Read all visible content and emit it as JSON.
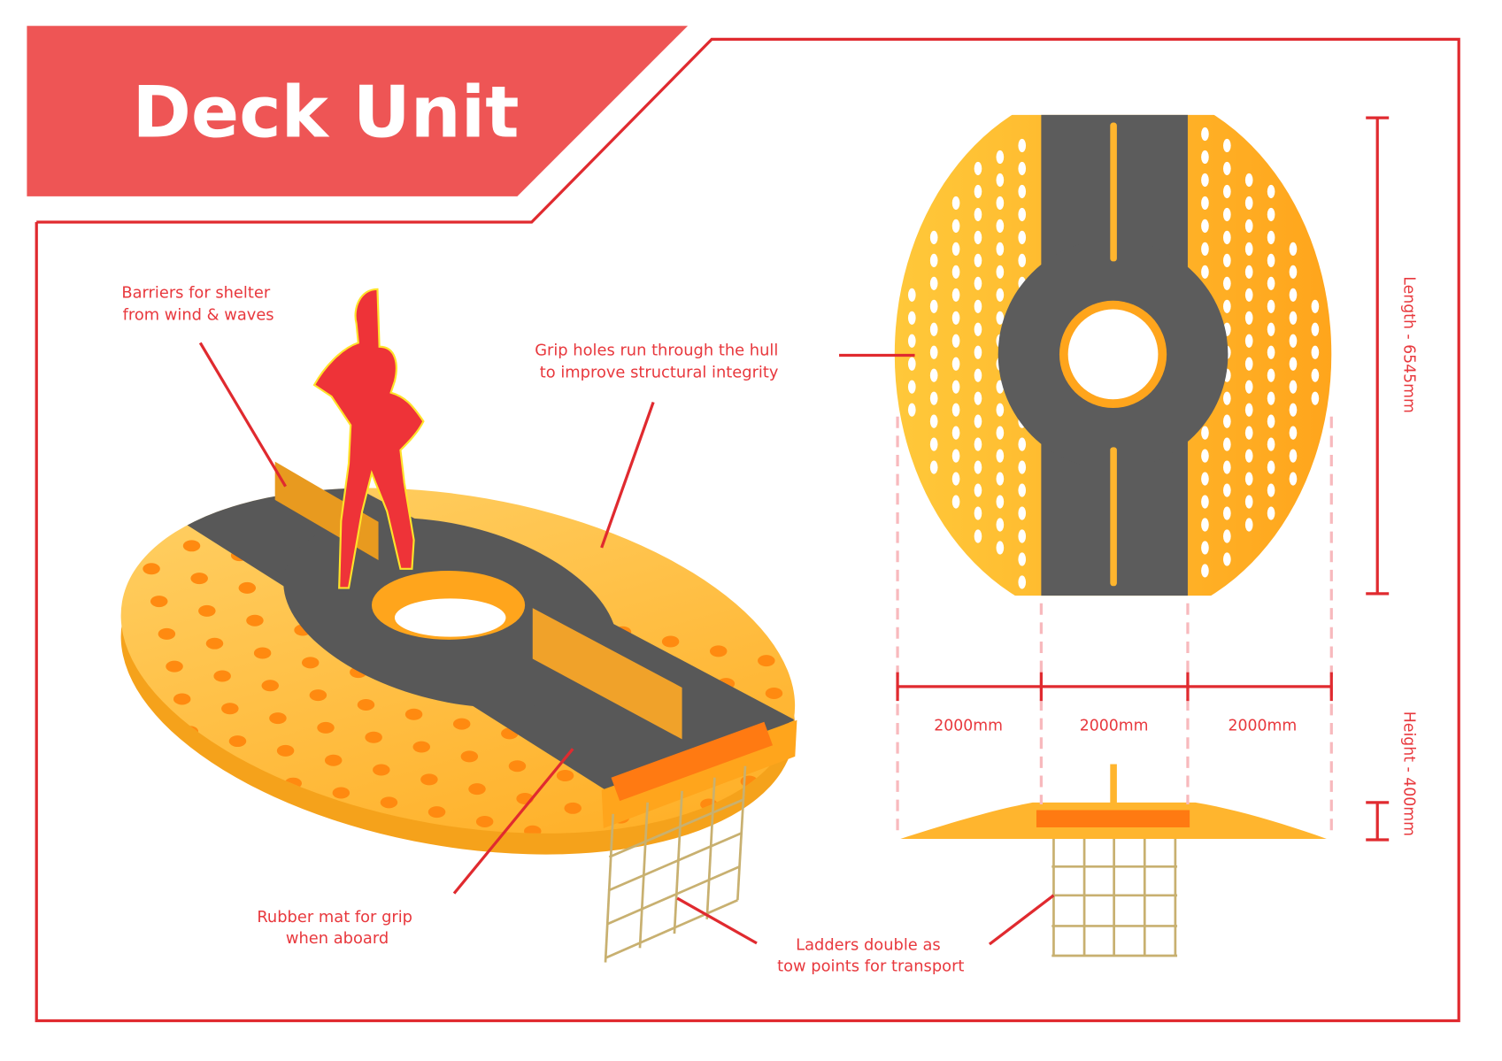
{
  "title": "Deck Unit",
  "callouts": {
    "barriers": [
      "Barriers for shelter",
      "from wind & waves"
    ],
    "grip_holes": [
      "Grip holes run through the hull",
      "to improve structural integrity"
    ],
    "rubber_mat": [
      "Rubber mat for grip",
      "when aboard"
    ],
    "ladders": [
      "Ladders double as",
      "tow points for transport"
    ]
  },
  "dimensions": {
    "width_segments": [
      "2000mm",
      "2000mm",
      "2000mm"
    ],
    "length": "Length - 6545mm",
    "height": "Height - 400mm"
  },
  "colors": {
    "accent": "#ee5555",
    "line": "#e02a2f",
    "hull": "#ffb52e",
    "mat": "#585858",
    "figure": "#ee3338"
  }
}
